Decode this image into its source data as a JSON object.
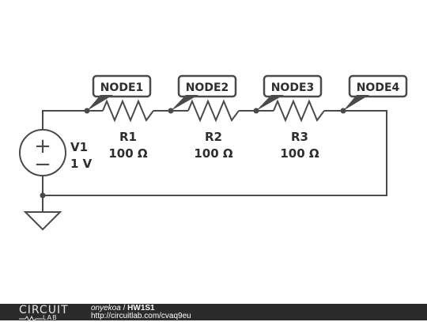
{
  "nodes": [
    "NODE1",
    "NODE2",
    "NODE3",
    "NODE4"
  ],
  "resistors": [
    {
      "name": "R1",
      "value": "100 Ω"
    },
    {
      "name": "R2",
      "value": "100 Ω"
    },
    {
      "name": "R3",
      "value": "100 Ω"
    }
  ],
  "source": {
    "name": "V1",
    "value": "1 V",
    "plus": "+",
    "minus": "−"
  },
  "footer": {
    "logo_top": "CIRCUIT",
    "logo_bottom": "LAB",
    "author": "onyekoa",
    "separator": " / ",
    "title": "HW1S1",
    "url": "http://circuitlab.com/cvaq9eu"
  }
}
